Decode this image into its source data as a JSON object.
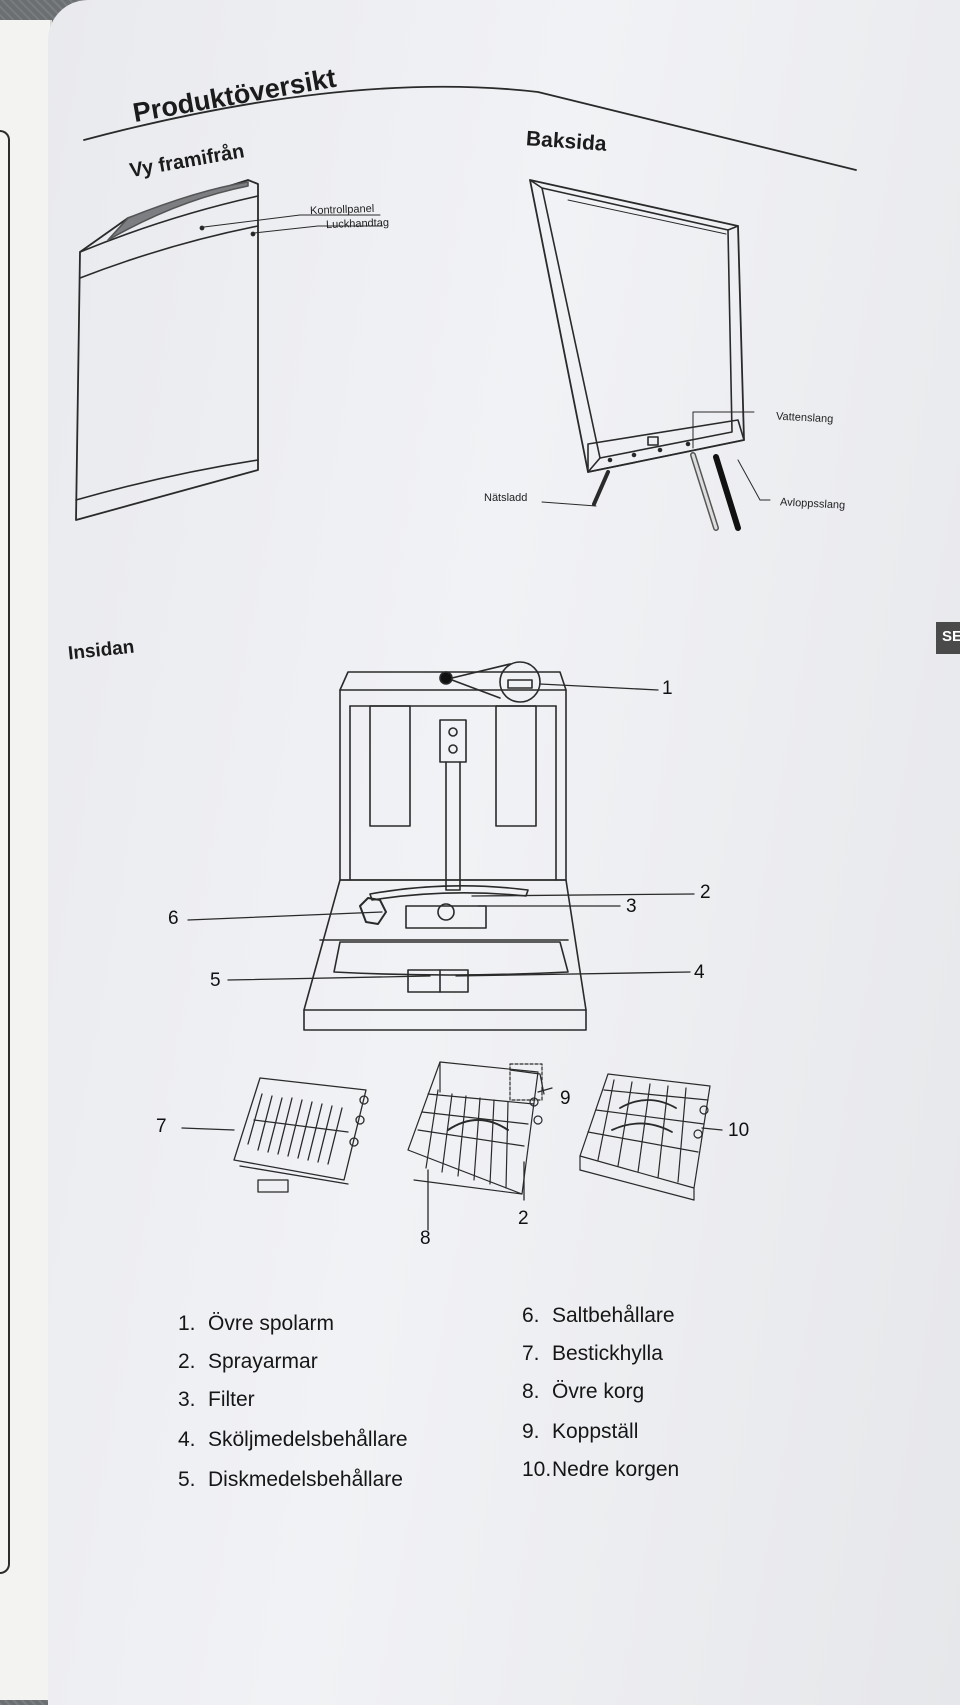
{
  "document": {
    "title": "Produktöversikt",
    "front_view_heading": "Vy framifrån",
    "back_view_heading": "Baksida",
    "inside_heading": "Insidan",
    "side_tab": "SE",
    "edge_text": "se"
  },
  "front_labels": {
    "control_panel": "Kontrollpanel",
    "door_handle": "Luckhandtag"
  },
  "back_labels": {
    "water_hose": "Vattenslang",
    "power_cord": "Nätsladd",
    "drain_hose": "Avloppsslang"
  },
  "callout_numbers": [
    "1",
    "2",
    "3",
    "4",
    "5",
    "6",
    "7",
    "8",
    "9",
    "10",
    "2"
  ],
  "legend_left": [
    {
      "num": "1.",
      "text": "Övre spolarm"
    },
    {
      "num": "2.",
      "text": "Sprayarmar"
    },
    {
      "num": "3.",
      "text": "Filter"
    },
    {
      "num": "4.",
      "text": "Sköljmedelsbehållare"
    },
    {
      "num": "5.",
      "text": "Diskmedelsbehållare"
    }
  ],
  "legend_right": [
    {
      "num": "6.",
      "text": "Saltbehållare"
    },
    {
      "num": "7.",
      "text": "Bestickhylla"
    },
    {
      "num": "8.",
      "text": "Övre korg"
    },
    {
      "num": "9.",
      "text": "Koppställ"
    },
    {
      "num": "10.",
      "text": "Nedre korgen"
    }
  ]
}
